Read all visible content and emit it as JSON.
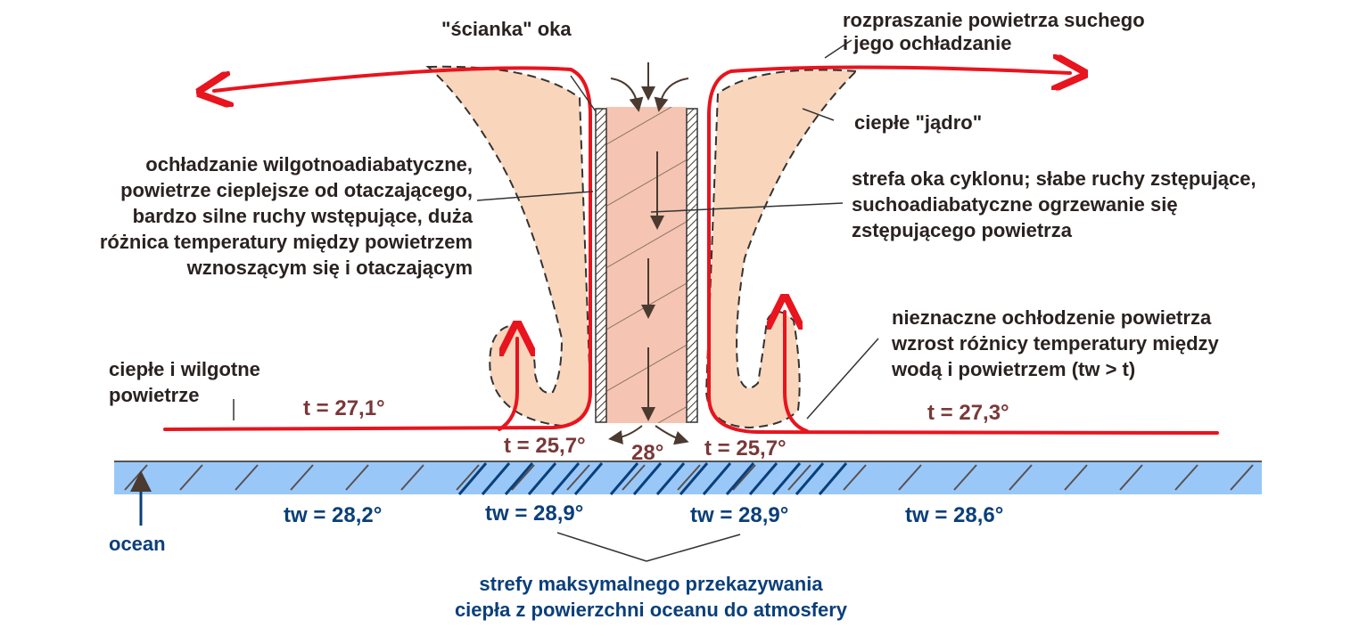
{
  "labels": {
    "eye_wall": "\"ścianka\" oka",
    "dispersal": [
      "rozpraszanie powietrza suchego",
      "i jego ochładzanie"
    ],
    "warm_core": "ciepłe \"jądro\"",
    "moist_adiabatic": [
      "ochładzanie wilgotnoadiabatyczne,",
      "powietrze cieplejsze od otaczającego,",
      "bardzo silne ruchy wstępujące, duża",
      "różnica temperatury między powietrzem",
      "wznoszącym się i otaczającym"
    ],
    "eye_zone": [
      "strefa oka cyklonu; słabe ruchy zstępujące,",
      "suchoadiabatyczne ogrzewanie się",
      "zstępującego powietrza"
    ],
    "slight_cooling": [
      "nieznaczne ochłodzenie powietrza",
      "wzrost różnicy temperatury między",
      "wodą i powietrzem (tw > t)"
    ],
    "warm_moist_air": [
      "ciepłe i wilgotne",
      "powietrze"
    ],
    "ocean": "ocean",
    "max_transfer": [
      "strefy maksymalnego przekazywania",
      "ciepła z powierzchni oceanu do atmosfery"
    ]
  },
  "air_temps": {
    "left_outer": "t = 27,1°",
    "right_outer": "t = 27,3°",
    "left_inner": "t = 25,7°",
    "right_inner": "t = 25,7°",
    "eye": "28°"
  },
  "water_temps": {
    "far_left": "tw = 28,2°",
    "left": "tw = 28,9°",
    "right": "tw = 28,9°",
    "far_right": "tw = 28,6°"
  },
  "colors": {
    "flow": "#e8141e",
    "warm_air": "#f9d6bb",
    "eye": "#f5c4b2",
    "ocean": "#99c8f8",
    "air_temp": "#7a3838",
    "water_temp": "#0a3f7a"
  }
}
